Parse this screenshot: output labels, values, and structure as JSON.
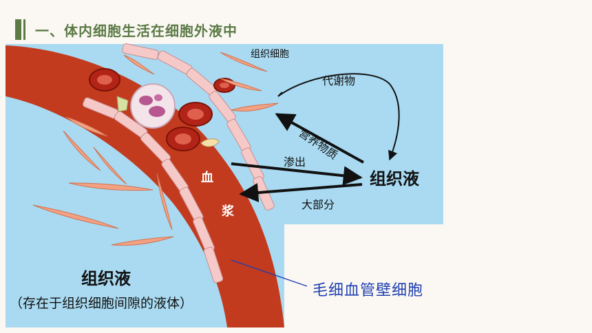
{
  "header": {
    "title": "一、体内细胞生活在细胞外液中"
  },
  "diagram": {
    "tissue_cell_label": "组织细胞",
    "metabolite_label": "代谢物",
    "nutrient_label": "营养物质",
    "seep_label": "渗出",
    "tissue_fluid_label": "组织液",
    "most_label": "大部分",
    "plasma_char_1": "血",
    "plasma_char_2": "浆",
    "tissue_fluid_bottom_label": "组织液",
    "tissue_fluid_note": "（存在于组织细胞间隙的液体）",
    "capillary_wall_label": "毛细血管壁细胞"
  },
  "colors": {
    "title_green": "#5b7a46",
    "fluid_blue": "#a9daf1",
    "plasma_red": "#c23b1f",
    "cell_salmon": "#f2a283",
    "wall_pink": "#f6c9c9",
    "pointer_blue": "#1f3fb0"
  }
}
